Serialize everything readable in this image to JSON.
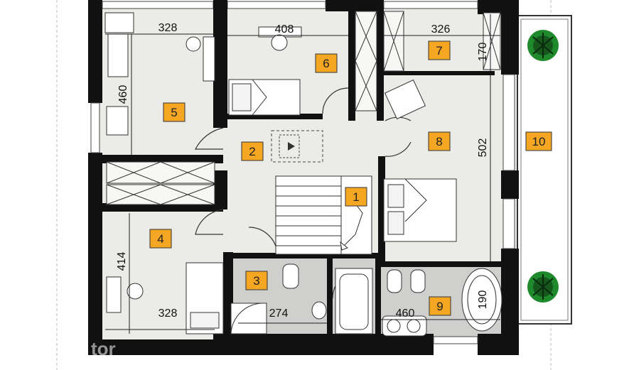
{
  "plan": {
    "rooms": [
      {
        "number": "1"
      },
      {
        "number": "2"
      },
      {
        "number": "3"
      },
      {
        "number": "4"
      },
      {
        "number": "5"
      },
      {
        "number": "6"
      },
      {
        "number": "7"
      },
      {
        "number": "8"
      },
      {
        "number": "9"
      },
      {
        "number": "10"
      }
    ],
    "dimensions": {
      "room5_width": "328",
      "room6_width": "408",
      "room7_width": "326",
      "room7_depth": "170",
      "room5_depth": "460",
      "room8_depth": "502",
      "room4_depth": "414",
      "room4_width": "328",
      "room3_width": "274",
      "room9_width": "460",
      "bath_tub": "190"
    },
    "watermark": "tor"
  },
  "colors": {
    "wall": "#111111",
    "floor": "#ebebe7",
    "wet_floor": "#cfcfcd",
    "label_box": "#f5a623"
  }
}
